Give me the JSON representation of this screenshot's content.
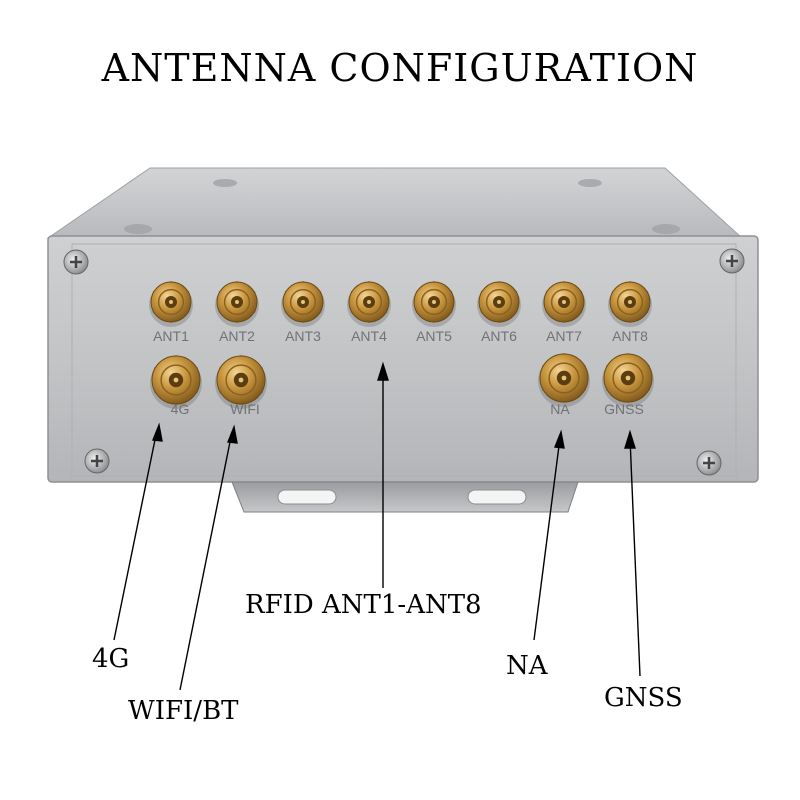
{
  "title": "ANTENNA CONFIGURATION",
  "device": {
    "top_row_ports": [
      "ANT1",
      "ANT2",
      "ANT3",
      "ANT4",
      "ANT5",
      "ANT6",
      "ANT7",
      "ANT8"
    ],
    "bottom_left_ports": [
      "4G",
      "WIFI"
    ],
    "bottom_right_ports": [
      "NA",
      "GNSS"
    ],
    "body_color": "#c4c6c9",
    "connector_color": "#c99a44"
  },
  "callouts": {
    "g4": "4G",
    "wifi_bt": "WIFI/BT",
    "rfid": "RFID ANT1-ANT8",
    "na": "NA",
    "gnss": "GNSS"
  }
}
